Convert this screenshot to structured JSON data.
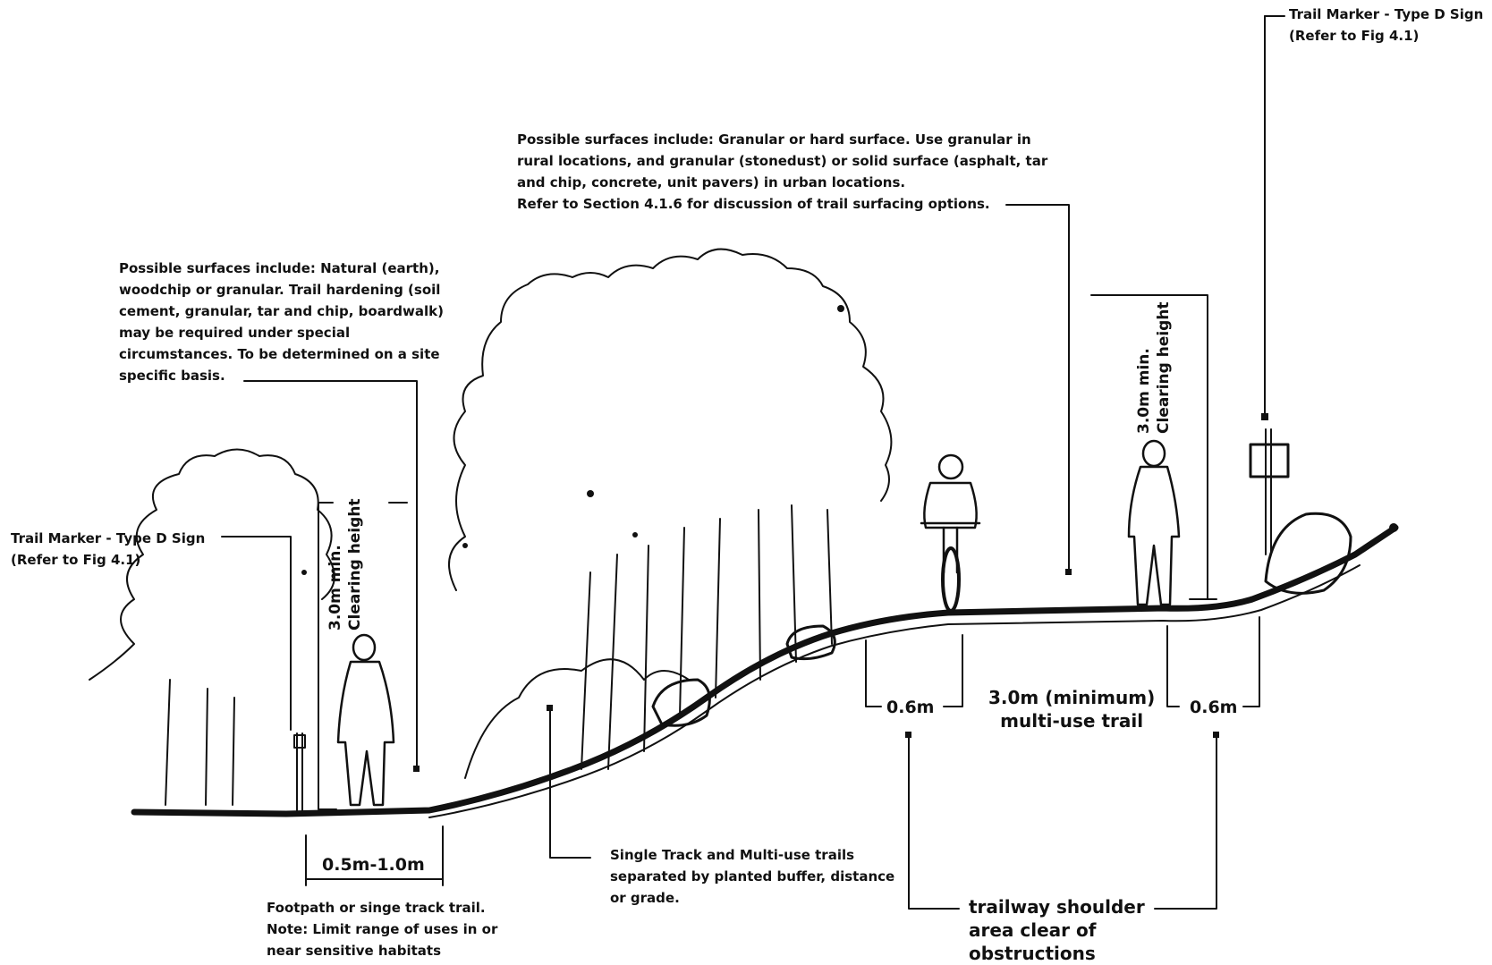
{
  "labels": {
    "trail_marker_left": [
      "Trail Marker - Type D Sign",
      "(Refer to Fig 4.1)"
    ],
    "trail_marker_right": [
      "Trail Marker - Type D Sign",
      "(Refer to Fig 4.1)"
    ],
    "surfaces_footpath": [
      "Possible surfaces include: Natural (earth),",
      "woodchip or granular.  Trail hardening (soil",
      "cement, granular, tar and chip, boardwalk)",
      "may be required under special",
      "circumstances.  To be determined on a site",
      "specific basis."
    ],
    "surfaces_multiuse": [
      "Possible surfaces include:  Granular or hard surface.  Use granular in",
      "rural locations, and granular (stonedust) or solid surface (asphalt, tar",
      "and chip, concrete, unit pavers) in urban locations.",
      "Refer to Section 4.1.6 for discussion of trail surfacing options."
    ],
    "separation": [
      "Single Track and Multi-use trails",
      "separated by planted buffer, distance",
      "or grade."
    ],
    "footpath_note": [
      "Footpath or singe track trail.",
      "Note:  Limit range of uses in or",
      "near sensitive habitats"
    ],
    "shoulder": [
      "trailway shoulder",
      "area clear of",
      "obstructions"
    ]
  },
  "dimensions": {
    "footpath_width": "0.5m-1.0m",
    "shoulder_left": "0.6m",
    "shoulder_right": "0.6m",
    "multiuse_width": [
      "3.0m (minimum)",
      "multi-use trail"
    ],
    "clearing_left": [
      "3.0m min.",
      "Clearing height"
    ],
    "clearing_right": [
      "3.0m min.",
      "Clearing height"
    ]
  }
}
